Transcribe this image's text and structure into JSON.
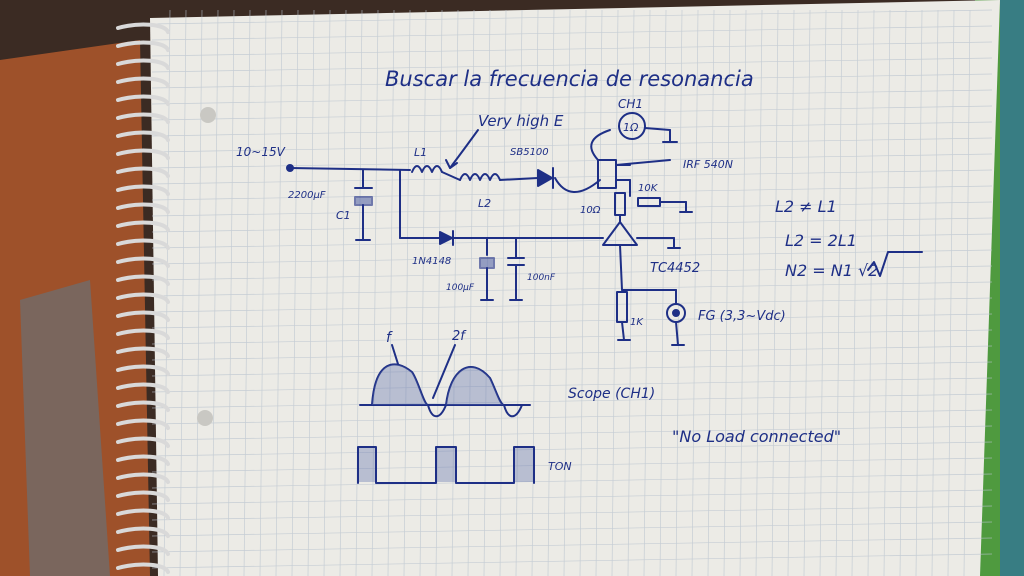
{
  "photo": {
    "subject": "spiral-notebook-page-with-hand-drawn-circuit",
    "ink_color": "#1e2f86",
    "paper_color": "#ecebe6",
    "background_color": "#3a2a22"
  },
  "notes": {
    "title": "Buscar la frecuencia de resonancia",
    "ch1_label": "CH1",
    "ch1_probe": "1Ω",
    "very_high_e": "Very high E",
    "supply": "10~15V",
    "c1_value": "2200μF",
    "c1_label": "C1",
    "l1_label": "L1",
    "l2_label": "L2",
    "diode_sb": "SB5100",
    "mosfet": "IRF 540N",
    "r10k": "10K",
    "r10": "10Ω",
    "diode_1n": "1N4148",
    "cap_100u": "100μF",
    "cap_100n": "100nF",
    "driver": "TC4452",
    "r1k": "1K",
    "fg": "FG (3,3~Vdc)",
    "eq1": "L2 ≠ L1",
    "eq2": "L2 = 2L1",
    "eq3": "N2 = N1 √2",
    "wave_f": "f",
    "wave_2f": "2f",
    "scope": "Scope (CH1)",
    "no_load": "\"No Load connected\"",
    "ton": "TON"
  }
}
